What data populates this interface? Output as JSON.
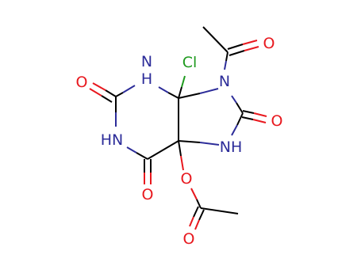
{
  "colors": {
    "carbon": "#000000",
    "nitrogen": "#2c2c99",
    "oxygen": "#e8181e",
    "chlorine": "#1e9a1e"
  },
  "molecule": {
    "atoms": [
      {
        "id": "n_top",
        "text": "N",
        "element": "nitrogen",
        "label": "H"
      },
      {
        "id": "cl",
        "text": "Cl",
        "element": "chlorine"
      },
      {
        "id": "n_acetyl",
        "text": "N",
        "element": "nitrogen"
      },
      {
        "id": "o_acetyl",
        "text": "O",
        "element": "oxygen"
      },
      {
        "id": "o_left",
        "text": "O",
        "element": "oxygen"
      },
      {
        "id": "o_right",
        "text": "O",
        "element": "oxygen"
      },
      {
        "id": "n_left",
        "text": "HN",
        "element": "nitrogen"
      },
      {
        "id": "n_right",
        "text": "NH",
        "element": "nitrogen"
      },
      {
        "id": "o_bottom",
        "text": "O",
        "element": "oxygen"
      },
      {
        "id": "o_ester",
        "text": "O",
        "element": "oxygen"
      },
      {
        "id": "o_carbonyl",
        "text": "O",
        "element": "oxygen"
      }
    ]
  }
}
